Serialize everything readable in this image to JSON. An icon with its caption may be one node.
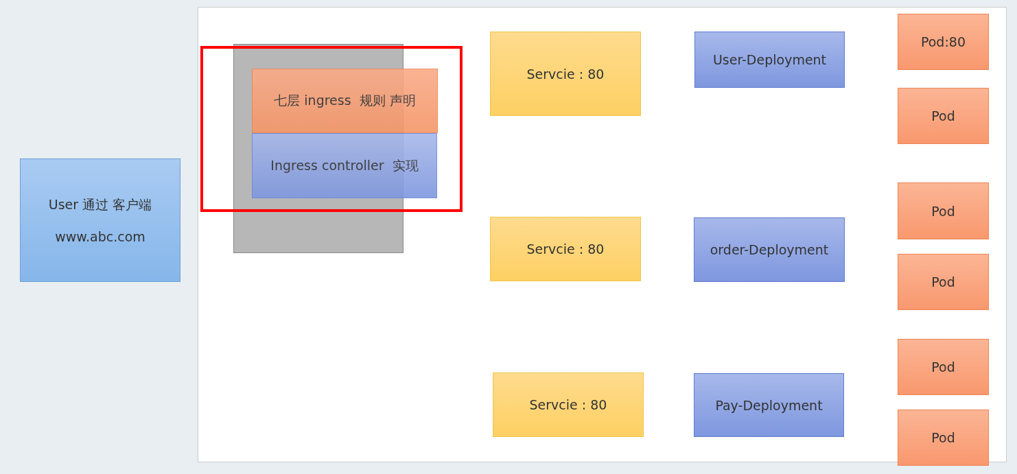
{
  "diagram": {
    "nodes": [
      {
        "text": [
          "User 通过 客户端",
          "www.abc.com"
        ]
      },
      {
        "text": [],
        "shape": "box"
      },
      {
        "text": [
          "七层 ingress  规则 声明"
        ]
      },
      {
        "text": [
          "Ingress controller  实现"
        ]
      },
      {
        "text": [
          "Servcie : 80"
        ]
      },
      {
        "text": [
          "User-Deployment"
        ]
      },
      {
        "text": [
          "Pod:80"
        ]
      },
      {
        "text": [
          "Pod"
        ]
      },
      {
        "text": [
          "Pod"
        ]
      },
      {
        "text": [
          "Servcie : 80"
        ]
      },
      {
        "text": [
          "order-Deployment"
        ]
      },
      {
        "text": [
          "Pod"
        ]
      },
      {
        "text": [
          "Pod"
        ]
      },
      {
        "text": [
          "Servcie : 80"
        ]
      },
      {
        "text": [
          "Pay-Deployment"
        ]
      },
      {
        "text": [
          "Pod"
        ]
      }
    ],
    "edges": []
  }
}
